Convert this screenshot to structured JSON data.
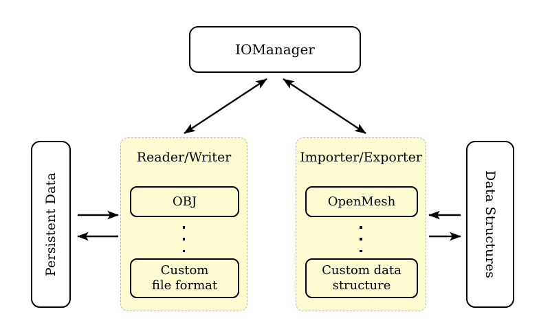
{
  "diagram": {
    "title_node": {
      "label": "IOManager"
    },
    "left_external": {
      "label": "Persistent Data"
    },
    "right_external": {
      "label": "Data Structures"
    },
    "groups": [
      {
        "id": "reader-writer",
        "title": "Reader/Writer",
        "items": [
          {
            "label": "OBJ"
          },
          {
            "label": "⋮"
          },
          {
            "label": "Custom\nfile format",
            "line1": "Custom",
            "line2": "file format"
          }
        ]
      },
      {
        "id": "importer-exporter",
        "title": "Importer/Exporter",
        "items": [
          {
            "label": "OpenMesh"
          },
          {
            "label": "⋮"
          },
          {
            "label": "Custom data\nstructure",
            "line1": "Custom data",
            "line2": "structure"
          }
        ]
      }
    ],
    "connections": [
      {
        "name": "iomanager-to-reader-writer",
        "style": "double-headed-diagonal"
      },
      {
        "name": "iomanager-to-importer-exporter",
        "style": "double-headed-diagonal"
      },
      {
        "name": "persistent-data-to-reader-writer",
        "style": "single-headed-right"
      },
      {
        "name": "reader-writer-to-persistent-data",
        "style": "single-headed-left"
      },
      {
        "name": "data-structures-to-importer-exporter",
        "style": "single-headed-left"
      },
      {
        "name": "importer-exporter-to-data-structures",
        "style": "single-headed-right"
      }
    ],
    "colors": {
      "group_fill": "#fdfbd0",
      "group_border": "#b5b5b5",
      "node_border": "#000000",
      "background": "#ffffff",
      "text": "#000000"
    }
  }
}
